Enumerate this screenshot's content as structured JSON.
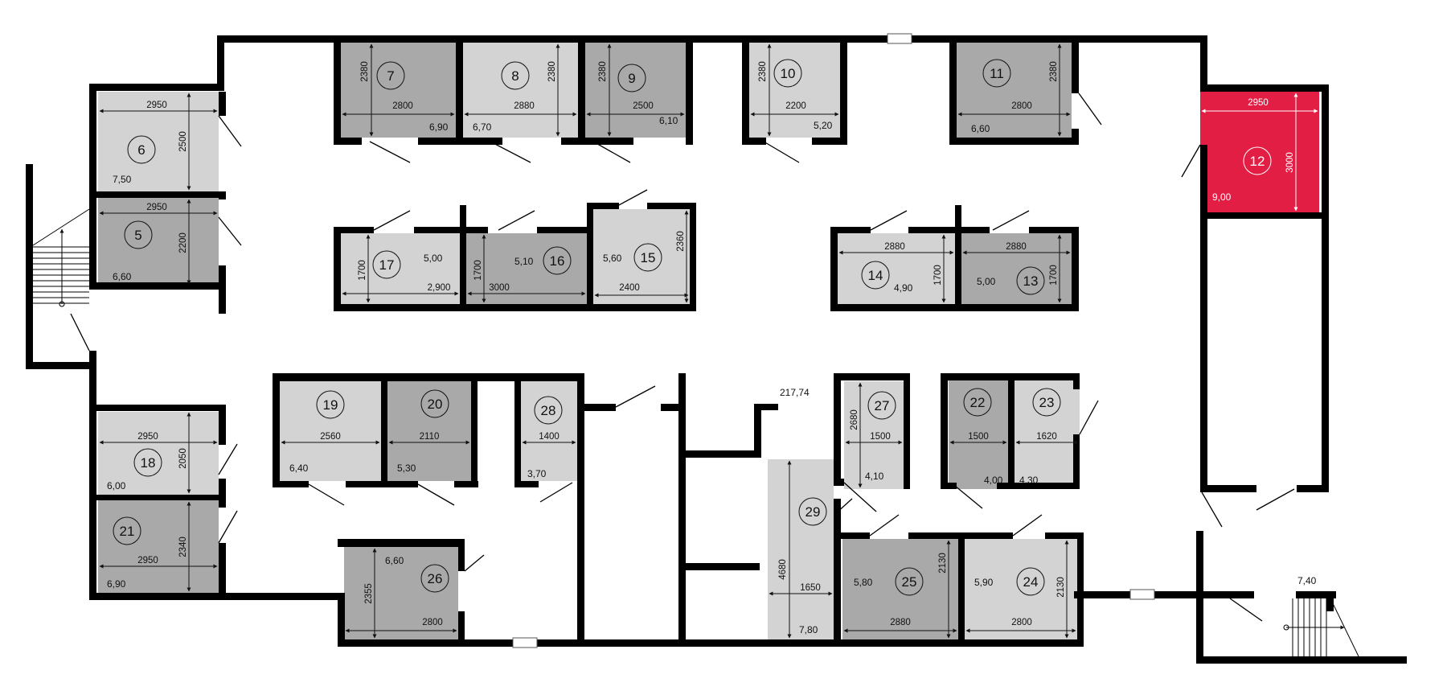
{
  "floor": {
    "total_area": "217,74",
    "stair_area": "7,40"
  },
  "units": {
    "5": {
      "number": "5",
      "area": "6,60",
      "width": "2950",
      "depth": "2200",
      "shade": "mid"
    },
    "6": {
      "number": "6",
      "area": "7,50",
      "width": "2950",
      "depth": "2500",
      "shade": "light"
    },
    "7": {
      "number": "7",
      "area": "6,90",
      "width": "2800",
      "depth": "2380",
      "shade": "mid"
    },
    "8": {
      "number": "8",
      "area": "6,70",
      "width": "2880",
      "depth": "2380",
      "shade": "light"
    },
    "9": {
      "number": "9",
      "area": "6,10",
      "width": "2500",
      "depth": "2380",
      "shade": "mid"
    },
    "10": {
      "number": "10",
      "area": "5,20",
      "width": "2200",
      "depth": "2380",
      "shade": "light"
    },
    "11": {
      "number": "11",
      "area": "6,60",
      "width": "2800",
      "depth": "2380",
      "shade": "mid"
    },
    "12": {
      "number": "12",
      "area": "9,00",
      "width": "2950",
      "depth": "3000",
      "shade": "selected"
    },
    "13": {
      "number": "13",
      "area": "5,00",
      "width": "2880",
      "depth": "1700",
      "shade": "mid"
    },
    "14": {
      "number": "14",
      "area": "4,90",
      "width": "2880",
      "depth": "1700",
      "shade": "light"
    },
    "15": {
      "number": "15",
      "area": "5,60",
      "width": "2400",
      "depth": "2360",
      "shade": "light"
    },
    "16": {
      "number": "16",
      "area": "5,10",
      "width": "3000",
      "depth": "1700",
      "shade": "mid"
    },
    "17": {
      "number": "17",
      "area": "5,00",
      "width": "2,900",
      "depth": "1700",
      "shade": "light"
    },
    "18": {
      "number": "18",
      "area": "6,00",
      "width": "2950",
      "depth": "2050",
      "shade": "light"
    },
    "19": {
      "number": "19",
      "area": "6,40",
      "width": "2560",
      "shade": "light"
    },
    "20": {
      "number": "20",
      "area": "5,30",
      "width": "2110",
      "shade": "mid"
    },
    "21": {
      "number": "21",
      "area": "6,90",
      "width": "2950",
      "depth": "2340",
      "shade": "mid"
    },
    "22": {
      "number": "22",
      "area": "4,00",
      "width": "1500",
      "shade": "mid"
    },
    "23": {
      "number": "23",
      "area": "4,30",
      "width": "1620",
      "shade": "light"
    },
    "24": {
      "number": "24",
      "area": "5,90",
      "width": "2800",
      "depth": "2130",
      "shade": "light"
    },
    "25": {
      "number": "25",
      "area": "5,80",
      "width": "2880",
      "depth": "2130",
      "shade": "mid"
    },
    "26": {
      "number": "26",
      "area": "6,60",
      "width": "2800",
      "depth": "2355",
      "shade": "mid"
    },
    "27": {
      "number": "27",
      "area": "4,10",
      "width": "1500",
      "depth": "2680",
      "shade": "light"
    },
    "28": {
      "number": "28",
      "area": "3,70",
      "width": "1400",
      "shade": "light"
    },
    "29": {
      "number": "29",
      "area": "7,80",
      "width": "1650",
      "depth": "4680",
      "shade": "light"
    }
  },
  "colors": {
    "light": "#d3d3d3",
    "mid": "#a9a9a9",
    "selected": "#e31e45",
    "wall": "#000000",
    "selected_text": "#ffffff"
  }
}
